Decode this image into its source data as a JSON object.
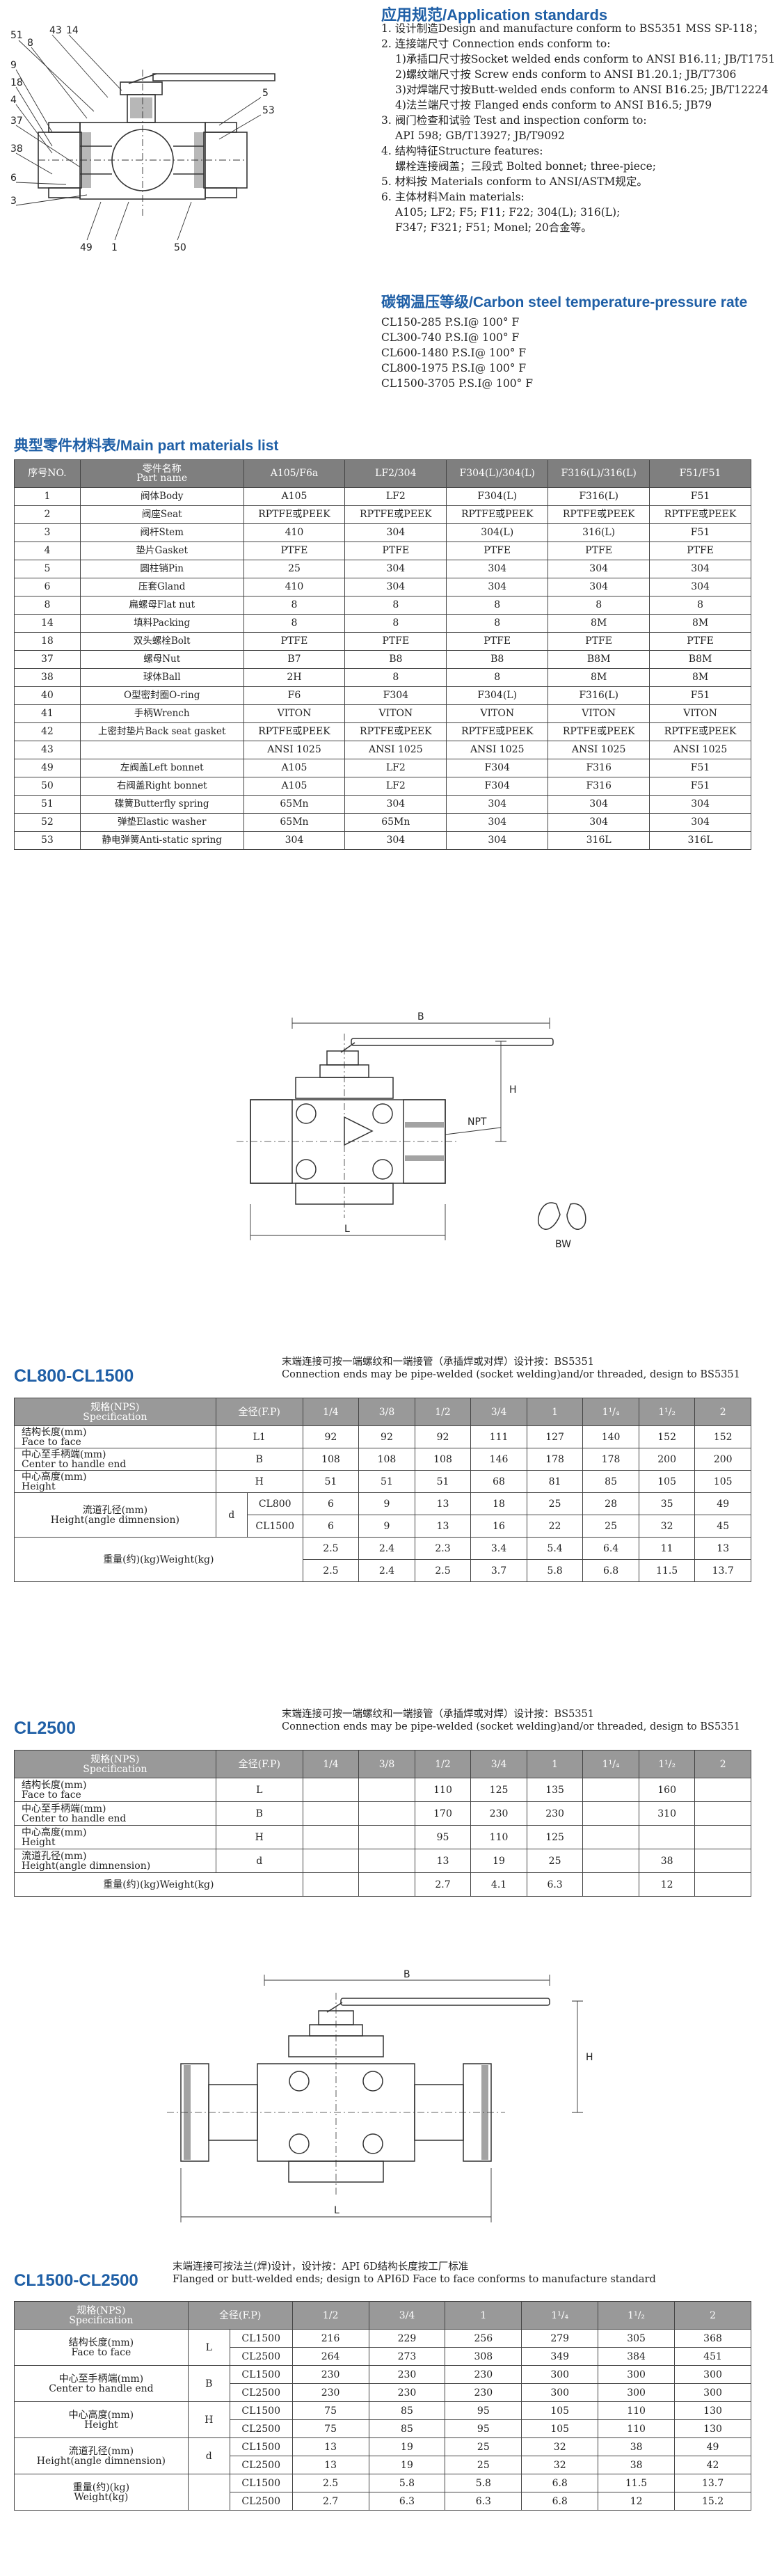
{
  "standards": {
    "heading_cn": "应用规范",
    "heading_en": "/Application standards",
    "items": [
      "1. 设计制造Design and manufacture conform to BS5351 MSS SP-118；",
      "2. 连接端尺寸 Connection ends conform to:",
      "1)承插口尺寸按Socket welded ends conform to ANSI B16.11; JB/T1751",
      "2)螺纹端尺寸按 Screw ends conform to ANSI B1.20.1; JB/T7306",
      "3)对焊端尺寸按Butt-welded ends conform to ANSI B16.25; JB/T12224",
      "4)法兰端尺寸按 Flanged ends conform to ANSI B16.5; JB79",
      "3. 阀门检查和试验 Test and inspection conform to:",
      "API 598; GB/T13927; JB/T9092",
      "4. 结构特征Structure features:",
      "螺栓连接阀盖；三段式 Bolted bonnet; three-piece;",
      "5. 材料按 Materials conform to ANSI/ASTM规定。",
      "6. 主体材料Main materials:",
      "A105; LF2; F5; F11; F22; 304(L); 316(L);",
      "F347; F321; F51; Monel; 20合金等。"
    ]
  },
  "rates": {
    "heading_cn": "碳钢温压等级",
    "heading_en": "/Carbon steel temperature-pressure rate",
    "lines": [
      "CL150-285 P.S.I@ 100° F",
      "CL300-740 P.S.I@ 100° F",
      "CL600-1480 P.S.I@ 100° F",
      "CL800-1975 P.S.I@ 100° F",
      "CL1500-3705 P.S.I@ 100° F"
    ]
  },
  "parts": {
    "heading_cn": "典型零件材料表",
    "heading_en": "/Main part materials list",
    "header": {
      "no": "序号NO.",
      "name_cn": "零件名称",
      "name_en": "Part name",
      "cols": [
        "A105/F6a",
        "LF2/304",
        "F304(L)/304(L)",
        "F316(L)/316(L)",
        "F51/F51"
      ]
    },
    "rows": [
      {
        "no": "1",
        "cn": "阀体",
        "en": "Body",
        "v": [
          "A105",
          "LF2",
          "F304(L)",
          "F316(L)",
          "F51"
        ]
      },
      {
        "no": "2",
        "cn": "阀座",
        "en": "Seat",
        "v": [
          "RPTFE或PEEK",
          "RPTFE或PEEK",
          "RPTFE或PEEK",
          "RPTFE或PEEK",
          "RPTFE或PEEK"
        ]
      },
      {
        "no": "3",
        "cn": "阀杆",
        "en": "Stem",
        "v": [
          "410",
          "304",
          "304(L)",
          "316(L)",
          "F51"
        ]
      },
      {
        "no": "4",
        "cn": "垫片",
        "en": "Gasket",
        "v": [
          "PTFE",
          "PTFE",
          "PTFE",
          "PTFE",
          "PTFE"
        ]
      },
      {
        "no": "5",
        "cn": "圆柱销",
        "en": "Pin",
        "v": [
          "25",
          "304",
          "304",
          "304",
          "304"
        ]
      },
      {
        "no": "6",
        "cn": "压套",
        "en": "Gland",
        "v": [
          "410",
          "304",
          "304",
          "304",
          "304"
        ]
      },
      {
        "no": "8",
        "cn": "扁螺母",
        "en": "Flat nut",
        "v": [
          "8",
          "8",
          "8",
          "8",
          "8"
        ]
      },
      {
        "no": "14",
        "cn": "填料",
        "en": "Packing",
        "v": [
          "8",
          "8",
          "8",
          "8M",
          "8M"
        ]
      },
      {
        "no": "18",
        "cn": "双头螺栓",
        "en": "Bolt",
        "v": [
          "PTFE",
          "PTFE",
          "PTFE",
          "PTFE",
          "PTFE"
        ]
      },
      {
        "no": "37",
        "cn": "螺母",
        "en": "Nut",
        "v": [
          "B7",
          "B8",
          "B8",
          "B8M",
          "B8M"
        ]
      },
      {
        "no": "38",
        "cn": "球体",
        "en": "Ball",
        "v": [
          "2H",
          "8",
          "8",
          "8M",
          "8M"
        ]
      },
      {
        "no": "40",
        "cn": "O型密封圈",
        "en": "O-ring",
        "v": [
          "F6",
          "F304",
          "F304(L)",
          "F316(L)",
          "F51"
        ]
      },
      {
        "no": "41",
        "cn": "手柄",
        "en": "Wrench",
        "v": [
          "VITON",
          "VITON",
          "VITON",
          "VITON",
          "VITON"
        ]
      },
      {
        "no": "42",
        "cn": "上密封垫片",
        "en": "Back seat gasket",
        "v": [
          "RPTFE或PEEK",
          "RPTFE或PEEK",
          "RPTFE或PEEK",
          "RPTFE或PEEK",
          "RPTFE或PEEK"
        ]
      },
      {
        "no": "43",
        "cn": "",
        "en": "",
        "v": [
          "ANSI 1025",
          "ANSI 1025",
          "ANSI 1025",
          "ANSI 1025",
          "ANSI 1025"
        ]
      },
      {
        "no": "49",
        "cn": "左阀盖",
        "en": "Left bonnet",
        "v": [
          "A105",
          "LF2",
          "F304",
          "F316",
          "F51"
        ]
      },
      {
        "no": "50",
        "cn": "右阀盖",
        "en": "Right bonnet",
        "v": [
          "A105",
          "LF2",
          "F304",
          "F316",
          "F51"
        ]
      },
      {
        "no": "51",
        "cn": "碟簧",
        "en": "Butterfly spring",
        "v": [
          "65Mn",
          "304",
          "304",
          "304",
          "304"
        ]
      },
      {
        "no": "52",
        "cn": "弹垫",
        "en": "Elastic washer",
        "v": [
          "65Mn",
          "65Mn",
          "304",
          "304",
          "304"
        ]
      },
      {
        "no": "53",
        "cn": "静电弹簧",
        "en": "Anti-static spring",
        "v": [
          "304",
          "304",
          "304",
          "316L",
          "316L"
        ]
      }
    ]
  },
  "drawing_labels": {
    "top": [
      "51",
      "8",
      "43",
      "14",
      "9",
      "18",
      "4",
      "37",
      "38",
      "6",
      "3",
      "5",
      "49",
      "1",
      "50",
      "53"
    ],
    "mid": [
      "B",
      "H",
      "NPT",
      "L",
      "BW"
    ],
    "bottom": [
      "B",
      "H",
      "L"
    ]
  },
  "sections": [
    {
      "title": "CL800-CL1500",
      "note_cn": "末端连接可按一端螺纹和一端接管（承插焊或对焊）设计按：BS5351",
      "note_en": "Connection ends may be pipe-welded (socket welding)and/or threaded, design to BS5351",
      "header_cn": "规格(NPS)",
      "header_en": "Specification",
      "bore_label": "全径(F.P)",
      "sizes": [
        "1/4",
        "3/8",
        "1/2",
        "3/4",
        "1",
        "1¹/₄",
        "1¹/₂",
        "2"
      ],
      "rows": [
        {
          "cn": "结构长度(mm)",
          "en": "Face to face",
          "sym": "L1",
          "v": [
            "92",
            "92",
            "92",
            "111",
            "127",
            "140",
            "152",
            "152"
          ]
        },
        {
          "cn": "中心至手柄端(mm)",
          "en": "Center to handle end",
          "sym": "B",
          "v": [
            "108",
            "108",
            "108",
            "146",
            "178",
            "178",
            "200",
            "200"
          ]
        },
        {
          "cn": "中心高度(mm)",
          "en": "Height",
          "sym": "H",
          "v": [
            "51",
            "51",
            "51",
            "68",
            "81",
            "85",
            "105",
            "105"
          ]
        }
      ],
      "bore": {
        "cn": "流道孔径(mm)",
        "en": "Height(angle dimnension)",
        "sym": "d",
        "sub": [
          {
            "cls": "CL800",
            "v": [
              "6",
              "9",
              "13",
              "18",
              "25",
              "28",
              "35",
              "49"
            ]
          },
          {
            "cls": "CL1500",
            "v": [
              "6",
              "9",
              "13",
              "16",
              "22",
              "25",
              "32",
              "45"
            ]
          }
        ]
      },
      "weight": {
        "cn": "重量(约)(kg)",
        "en": "Weight(kg)",
        "sub": [
          {
            "v": [
              "2.5",
              "2.4",
              "2.3",
              "3.4",
              "5.4",
              "6.4",
              "11",
              "13"
            ]
          },
          {
            "v": [
              "2.5",
              "2.4",
              "2.5",
              "3.7",
              "5.8",
              "6.8",
              "11.5",
              "13.7"
            ]
          }
        ]
      }
    },
    {
      "title": "CL2500",
      "note_cn": "末端连接可按一端螺纹和一端接管（承插焊或对焊）设计按：BS5351",
      "note_en": "Connection ends may be pipe-welded (socket welding)and/or threaded, design to BS5351",
      "header_cn": "规格(NPS)",
      "header_en": "Specification",
      "bore_label": "全径(F.P)",
      "sizes": [
        "1/4",
        "3/8",
        "1/2",
        "3/4",
        "1",
        "1¹/₄",
        "1¹/₂",
        "2"
      ],
      "rows": [
        {
          "cn": "结构长度(mm)",
          "en": "Face to face",
          "sym": "L",
          "v": [
            "",
            "",
            "110",
            "125",
            "135",
            "",
            "160",
            ""
          ]
        },
        {
          "cn": "中心至手柄端(mm)",
          "en": "Center to handle end",
          "sym": "B",
          "v": [
            "",
            "",
            "170",
            "230",
            "230",
            "",
            "310",
            ""
          ]
        },
        {
          "cn": "中心高度(mm)",
          "en": "Height",
          "sym": "H",
          "v": [
            "",
            "",
            "95",
            "110",
            "125",
            "",
            "",
            ""
          ]
        },
        {
          "cn": "流道孔径(mm)",
          "en": "Height(angle dimnension)",
          "sym": "d",
          "v": [
            "",
            "",
            "13",
            "19",
            "25",
            "",
            "38",
            ""
          ]
        }
      ],
      "weight": {
        "cn": "重量(约)(kg)",
        "en": "Weight(kg)",
        "v": [
          "",
          "",
          "2.7",
          "4.1",
          "6.3",
          "",
          "12",
          ""
        ]
      }
    },
    {
      "title": "CL1500-CL2500",
      "note_cn": "末端连接可按法兰(焊)设计，设计按：API 6D结构长度按工厂标准",
      "note_en": "Flanged or butt-welded ends; design to API6D Face to face conforms to manufacture standard",
      "header_cn": "规格(NPS)",
      "header_en": "Specification",
      "bore_label": "全径(F.P)",
      "sizes": [
        "1/2",
        "3/4",
        "1",
        "1¹/₄",
        "1¹/₂",
        "2"
      ],
      "rows": [
        {
          "cn": "结构长度(mm)",
          "en": "Face to face",
          "sym": "L",
          "sub": [
            {
              "cls": "CL1500",
              "v": [
                "216",
                "229",
                "256",
                "279",
                "305",
                "368"
              ]
            },
            {
              "cls": "CL2500",
              "v": [
                "264",
                "273",
                "308",
                "349",
                "384",
                "451"
              ]
            }
          ]
        },
        {
          "cn": "中心至手柄端(mm)",
          "en": "Center to handle end",
          "sym": "B",
          "sub": [
            {
              "cls": "CL1500",
              "v": [
                "230",
                "230",
                "230",
                "300",
                "300",
                "300"
              ]
            },
            {
              "cls": "CL2500",
              "v": [
                "230",
                "230",
                "230",
                "300",
                "300",
                "300"
              ]
            }
          ]
        },
        {
          "cn": "中心高度(mm)",
          "en": "Height",
          "sym": "H",
          "sub": [
            {
              "cls": "CL1500",
              "v": [
                "75",
                "85",
                "95",
                "105",
                "110",
                "130"
              ]
            },
            {
              "cls": "CL2500",
              "v": [
                "75",
                "85",
                "95",
                "105",
                "110",
                "130"
              ]
            }
          ]
        },
        {
          "cn": "流道孔径(mm)",
          "en": "Height(angle dimnension)",
          "sym": "d",
          "sub": [
            {
              "cls": "CL1500",
              "v": [
                "13",
                "19",
                "25",
                "32",
                "38",
                "49"
              ]
            },
            {
              "cls": "CL2500",
              "v": [
                "13",
                "19",
                "25",
                "32",
                "38",
                "42"
              ]
            }
          ]
        },
        {
          "cn": "重量(约)(kg)",
          "en": "Weight(kg)",
          "sym": "",
          "sub": [
            {
              "cls": "CL1500",
              "v": [
                "2.5",
                "5.8",
                "5.8",
                "6.8",
                "11.5",
                "13.7"
              ]
            },
            {
              "cls": "CL2500",
              "v": [
                "2.7",
                "6.3",
                "6.3",
                "6.8",
                "12",
                "15.2"
              ]
            }
          ]
        }
      ]
    }
  ]
}
